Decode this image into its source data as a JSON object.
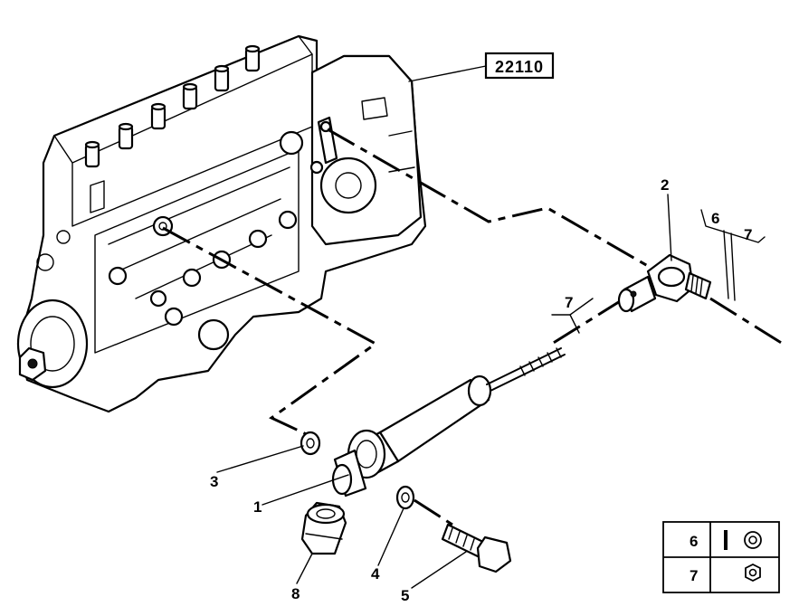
{
  "reference_number": "22110",
  "callouts": {
    "c1": "1",
    "c2": "2",
    "c3": "3",
    "c4": "4",
    "c5": "5",
    "c6": "6",
    "c7a": "7",
    "c7b": "7",
    "c8": "8"
  },
  "legend": {
    "rows": [
      {
        "number": "6",
        "symbol": "bar-and-circle-icon"
      },
      {
        "number": "7",
        "symbol": "nut-icon"
      }
    ]
  }
}
